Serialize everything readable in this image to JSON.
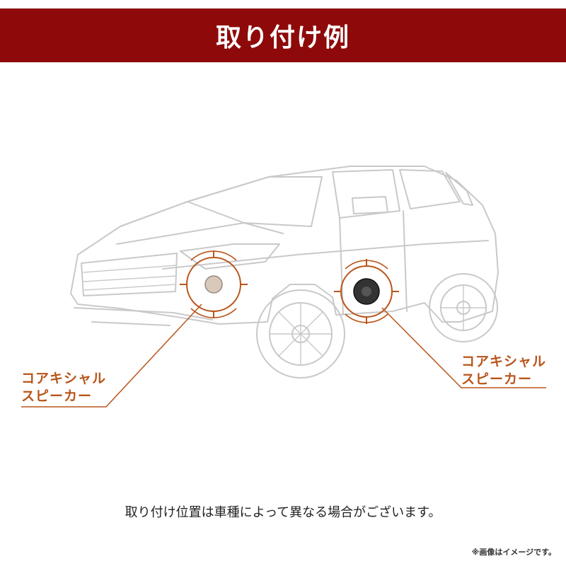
{
  "header": {
    "title": "取り付け例"
  },
  "callouts": {
    "left": {
      "line1": "コアキシャル",
      "line2": "スピーカー"
    },
    "right": {
      "line1": "コアキシャル",
      "line2": "スピーカー"
    }
  },
  "notice": "取り付け位置は車種によって異なる場合がございます。",
  "footnote": "※画像はイメージです。",
  "colors": {
    "banner": "#8e0a0a",
    "accent": "#b8551b"
  }
}
